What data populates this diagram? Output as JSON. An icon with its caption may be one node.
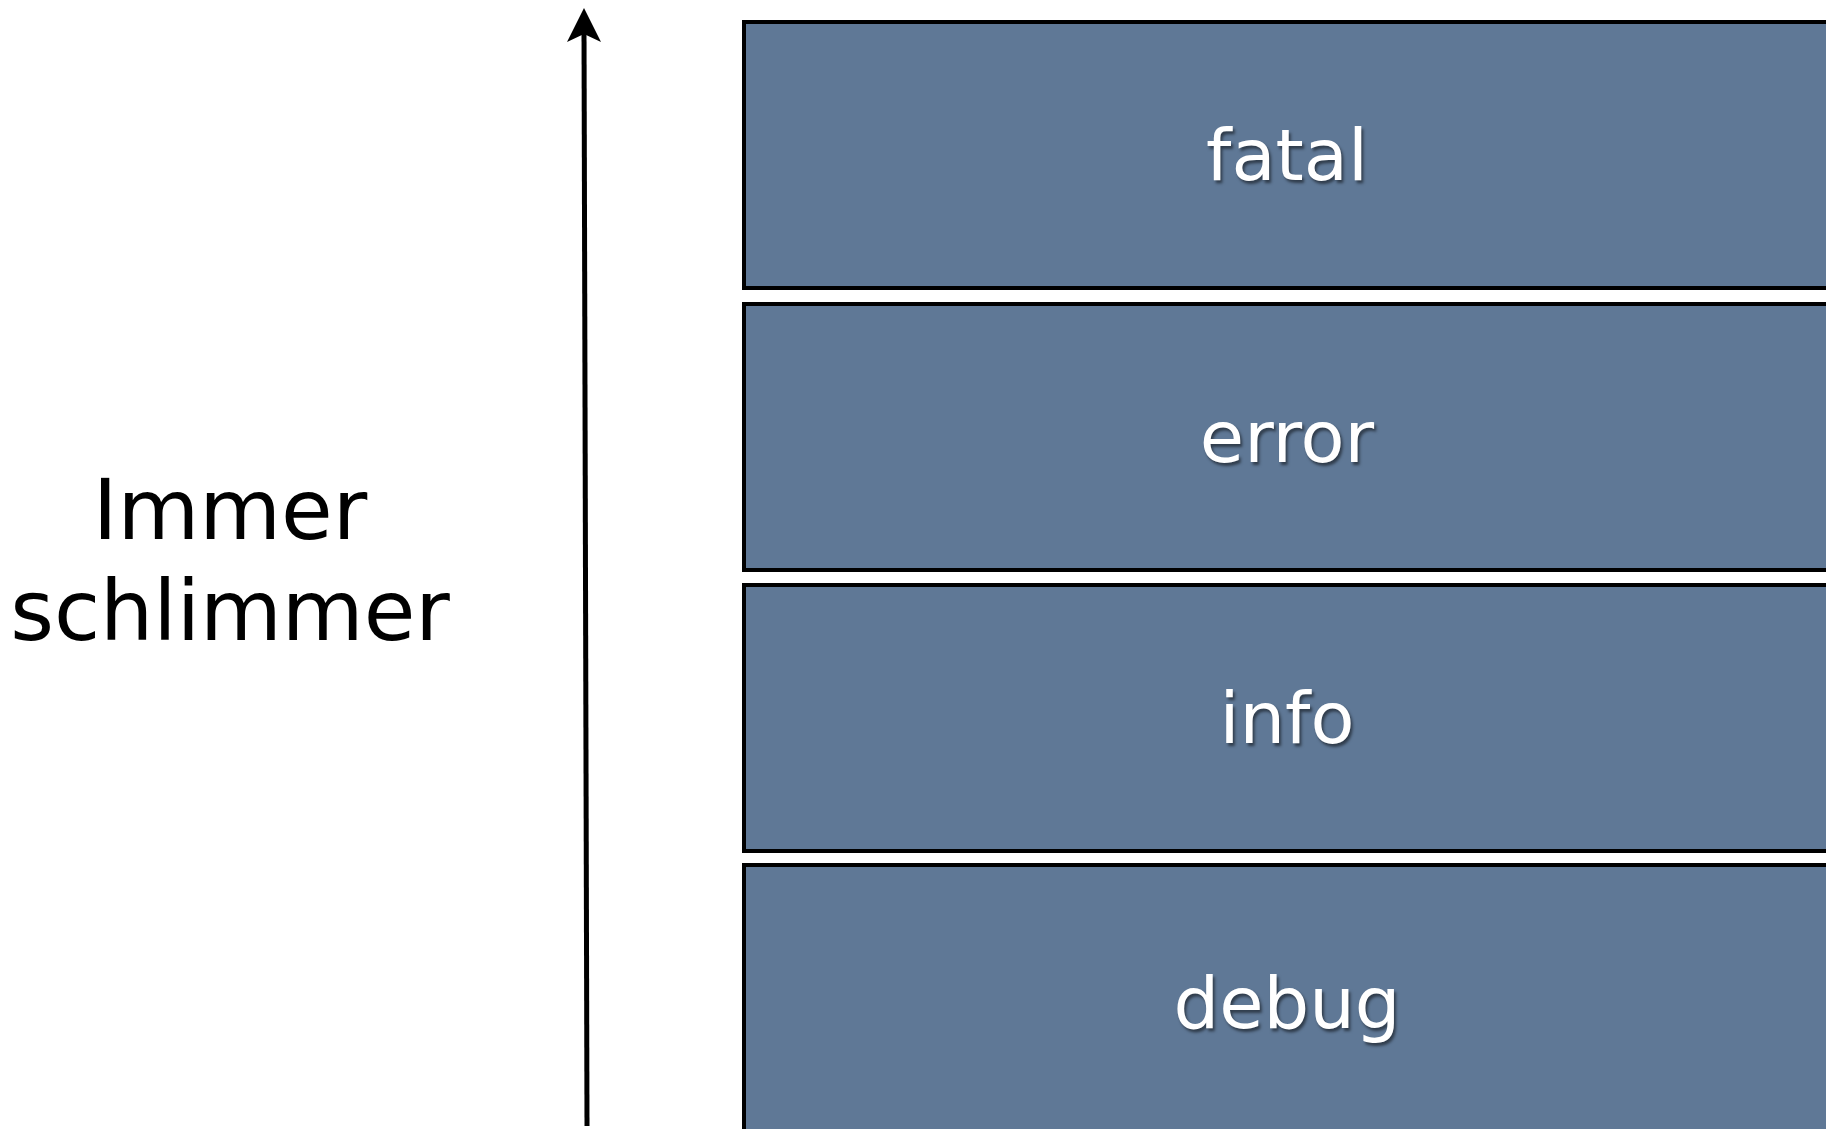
{
  "diagram": {
    "nodes": [
      {
        "text": [
          "fatal"
        ]
      },
      {
        "text": [
          "error"
        ]
      },
      {
        "text": [
          "info"
        ]
      },
      {
        "text": [
          "debug"
        ]
      }
    ],
    "labels": [
      "Immer schlimmer"
    ]
  }
}
